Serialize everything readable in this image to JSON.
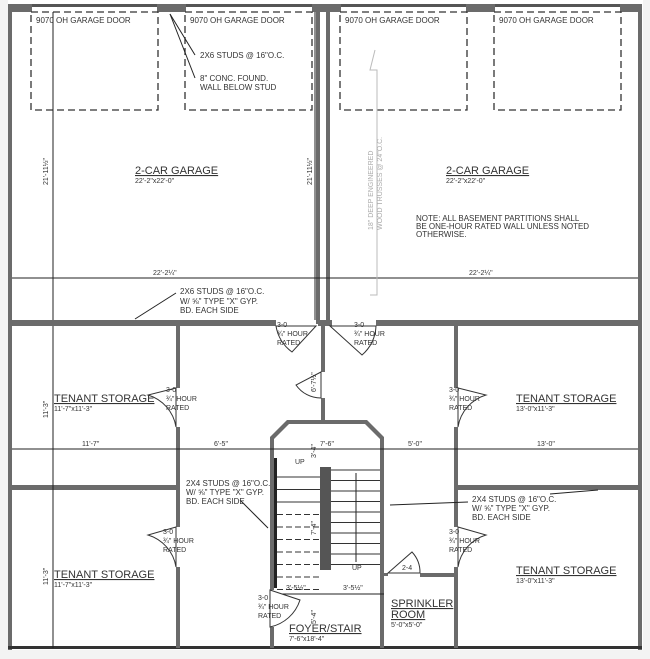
{
  "garage_doors": [
    "9070 OH GARAGE DOOR",
    "9070 OH GARAGE DOOR",
    "9070 OH GARAGE DOOR",
    "9070 OH GARAGE DOOR"
  ],
  "notes": {
    "studs_2x6": "2X6 STUDS @ 16\"O.C.",
    "found_1": "8\" CONC. FOUND.",
    "found_2": "WALL BELOW STUD",
    "gyp_2x6_1": "2X6 STUDS @ 16\"O.C.",
    "gyp_2x6_2": "W/ ⅝\" TYPE \"X\" GYP.",
    "gyp_2x6_3": "BD. EACH SIDE",
    "gyp_2x4_l1": "2X4 STUDS @ 16\"O.C.",
    "gyp_2x4_l2": "W/ ⅝\" TYPE \"X\" GYP.",
    "gyp_2x4_l3": "BD. EACH SIDE",
    "gyp_2x4_r1": "2X4 STUDS @ 16\"O.C.",
    "gyp_2x4_r2": "W/ ⅝\" TYPE \"X\" GYP.",
    "gyp_2x4_r3": "BD. EACH SIDE",
    "general_1": "NOTE: ALL BASEMENT PARTITIONS SHALL",
    "general_2": "BE ONE-HOUR RATED WALL UNLESS NOTED",
    "general_3": "OTHERWISE.",
    "truss_1": "18\" DEEP ENGINEERED",
    "truss_2": "WOOD TRUSSES @ 24\"O.C."
  },
  "rooms": {
    "garage_left": {
      "name": "2-CAR GARAGE",
      "size": "22'-2\"x22'-0\""
    },
    "garage_right": {
      "name": "2-CAR GARAGE",
      "size": "22'-2\"x22'-0\""
    },
    "storage_tl": {
      "name": "TENANT STORAGE",
      "size": "11'-7\"x11'-3\""
    },
    "storage_bl": {
      "name": "TENANT STORAGE",
      "size": "11'-7\"x11'-3\""
    },
    "storage_tr": {
      "name": "TENANT STORAGE",
      "size": "13'-0\"x11'-3\""
    },
    "storage_br": {
      "name": "TENANT STORAGE",
      "size": "13'-0\"x11'-3\""
    },
    "sprinkler": {
      "name1": "SPRINKLER",
      "name2": "ROOM",
      "size": "5'-0\"x5'-0\""
    },
    "foyer": {
      "name": "FOYER/STAIR",
      "size": "7'-6\"x18'-4\""
    }
  },
  "doors": {
    "size": "3-0",
    "rating1": "¾\" HOUR",
    "rating2": "RATED",
    "sprinkler_door": "2-4"
  },
  "stairs": {
    "up": "UP"
  },
  "dimensions": {
    "garage_height": "21'-11½\"",
    "garage_width": "22'-2¼\"",
    "storage_l_width": "11'-7\"",
    "corridor_l": "6'-5\"",
    "corridor_r": "5'-0\"",
    "storage_r_width": "13'-0\"",
    "stair_width": "7'-6\"",
    "stair_top": "3'-4\"",
    "stair_run": "7'-4\"",
    "landing": "5'-4\"",
    "stair_half_l": "3'-5½\"",
    "stair_half_r": "3'-5½\"",
    "door_gap": "6'-7½\"",
    "storage_height": "11'-3\""
  }
}
